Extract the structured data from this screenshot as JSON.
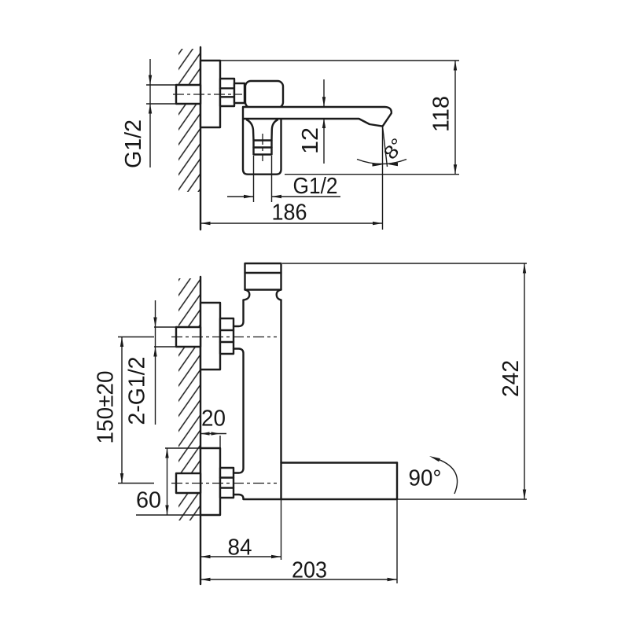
{
  "accent_color": "#1b1b1b",
  "top_view": {
    "inlet_thread_label": "G1/2",
    "overall_height": "118",
    "spout_thickness": "12",
    "spout_end_angle": "8°",
    "outlet_thread_label": "G1/2",
    "spout_reach": "186"
  },
  "bottom_view": {
    "inlet_spacing": "150±20",
    "inlet_thread_label": "2-G1/2",
    "wall_clearance": "20",
    "escutcheon_size": "60",
    "overall_length": "242",
    "swivel_angle": "90°",
    "body_depth": "84",
    "spout_length": "203"
  }
}
